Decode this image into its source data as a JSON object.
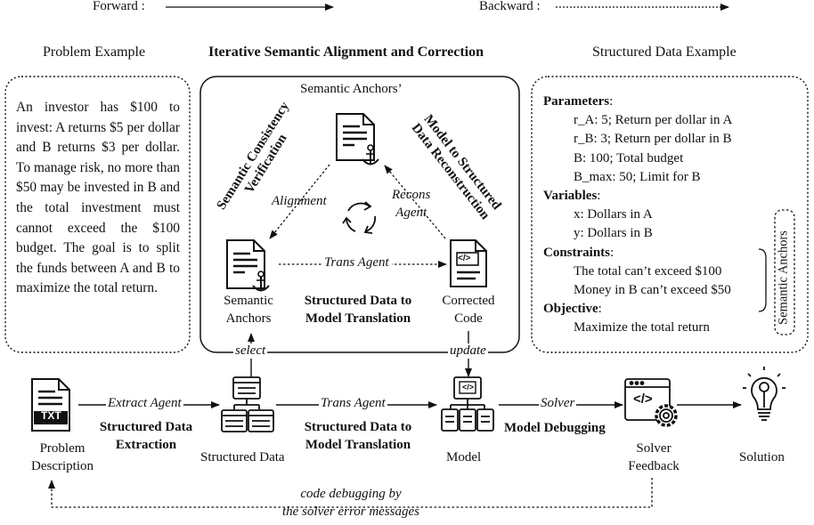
{
  "legend": {
    "forward": "Forward :",
    "backward": "Backward :"
  },
  "headers": {
    "problem": "Problem Example",
    "iterative": "Iterative Semantic Alignment and Correction",
    "structured": "Structured Data Example"
  },
  "problem_text": "An investor has $100 to invest: A returns $5 per dollar and B returns $3 per dollar. To manage risk, no more than $50 may be invested in B and the total investment must cannot exceed the $100 budget. The goal is to split the funds between A and B to maximize the total return.",
  "loop": {
    "title": "Semantic Anchors’",
    "consistency_line1": "Semantic Consistency",
    "consistency_line2": "Verification",
    "reconstruction_line1": "Model to Structured",
    "reconstruction_line2": "Data Reconstruction",
    "alignment": "Alignment",
    "recons_line1": "Recons",
    "recons_line2": "Agent",
    "trans_agent": "Trans Agent",
    "anchors_line1": "Semantic",
    "anchors_line2": "Anchors",
    "translation_line1": "Structured Data to",
    "translation_line2": "Model Translation",
    "corrected_line1": "Corrected",
    "corrected_line2": "Code"
  },
  "structured_example": {
    "parameters_label": "Parameters",
    "parameters": [
      "r_A: 5; Return per dollar in A",
      "r_B: 3; Return per dollar in B",
      "B: 100; Total budget",
      "B_max: 50; Limit for B"
    ],
    "variables_label": "Variables",
    "variables": [
      "x: Dollars in A",
      "y: Dollars in B"
    ],
    "constraints_label": "Constraints",
    "constraints": [
      "The total can’t exceed $100",
      "Money in B can’t exceed $50"
    ],
    "objective_label": "Objective",
    "objective": [
      "Maximize the total return"
    ],
    "anchors_bracket": "Semantic Anchors"
  },
  "pipeline": {
    "select": "select",
    "update": "update",
    "extract_agent": "Extract Agent",
    "extraction_line1": "Structured Data",
    "extraction_line2": "Extraction",
    "trans_agent": "Trans Agent",
    "translation_line1": "Structured Data to",
    "translation_line2": "Model Translation",
    "solver": "Solver",
    "debugging": "Model Debugging",
    "problem_line1": "Problem",
    "problem_line2": "Description",
    "structured_data": "Structured Data",
    "model": "Model",
    "feedback_line1": "Solver",
    "feedback_line2": "Feedback",
    "solution": "Solution",
    "txt": "TXT",
    "code_glyph": "</>",
    "debug_line1": "code debugging by",
    "debug_line2": "the solver error messages"
  }
}
